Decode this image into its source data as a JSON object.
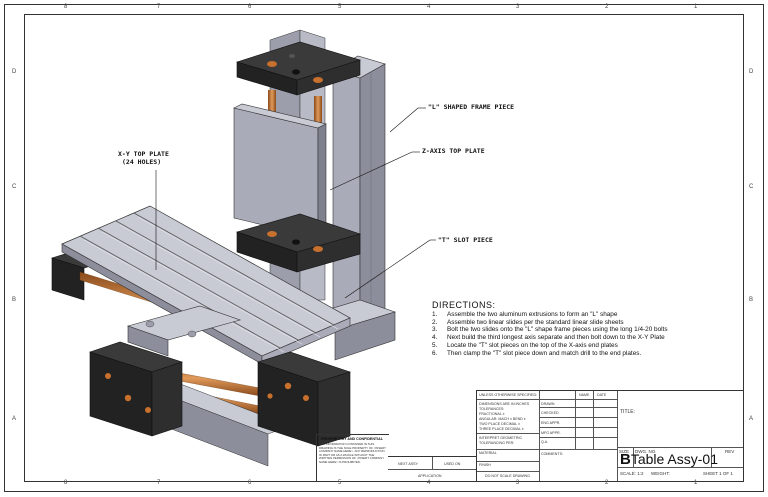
{
  "zones": {
    "columns": [
      "8",
      "7",
      "6",
      "5",
      "4",
      "3",
      "2",
      "1"
    ],
    "rows": [
      "D",
      "C",
      "B",
      "A"
    ]
  },
  "callouts": {
    "l_frame": "\"L\" SHAPED FRAME PIECE",
    "z_axis": "Z-AXIS TOP PLATE",
    "xy_plate_line1": "X-Y TOP PLATE",
    "xy_plate_line2": "(24 HOLES)",
    "t_slot": "\"T\" SLOT PIECE"
  },
  "directions": {
    "heading": "DIRECTIONS:",
    "steps": [
      {
        "num": "1.",
        "text": "Assemble the two aluminum extrusions to form an \"L\" shape"
      },
      {
        "num": "2.",
        "text": "Assemble two linear slides per the standard linear slide sheets"
      },
      {
        "num": "3.",
        "text": "Bolt the two slides onto the \"L\" shape frame pieces using the long 1/4-20 bolts"
      },
      {
        "num": "4.",
        "text": "Next build the third longest axis separate and then bolt down to the X-Y Plate"
      },
      {
        "num": "5.",
        "text": "Locate the \"T\" slot pieces on the top of the X-axis end plates"
      },
      {
        "num": "6.",
        "text": "Then clamp the \"T\" slot piece down and match drill to the end plates."
      }
    ]
  },
  "title_block": {
    "unless": "UNLESS OTHERWISE SPECIFIED:",
    "dims": "DIMENSIONS ARE IN INCHES",
    "tol": "TOLERANCES:",
    "fractional": "FRACTIONAL ±",
    "angular": "ANGULAR: MACH ±    BEND ±",
    "two_place": "TWO PLACE DECIMAL   ±",
    "three_place": "THREE PLACE DECIMAL  ±",
    "interpret": "INTERPRET GEOMETRIC",
    "tolerancing": "TOLERANCING PER:",
    "material": "MATERIAL",
    "finish": "FINISH",
    "do_not_scale": "DO NOT SCALE DRAWING",
    "name": "NAME",
    "date": "DATE",
    "drawn": "DRAWN",
    "checked": "CHECKED",
    "eng_appr": "ENG APPR.",
    "mfg_appr": "MFG APPR.",
    "qa": "Q.A.",
    "comments": "COMMENTS:",
    "title_label": "TITLE:",
    "size_label": "SIZE",
    "dwg_no_label": "DWG. NO.",
    "rev_label": "REV",
    "size_value": "B",
    "dwg_no_value": "Table Assy-01",
    "scale": "SCALE: 1:2",
    "weight": "WEIGHT:",
    "sheet": "SHEET 1 OF 1",
    "next_assy": "NEXT ASSY",
    "used_on": "USED ON",
    "application": "APPLICATION"
  },
  "proprietary": {
    "title": "PROPRIETARY AND CONFIDENTIAL",
    "body": "THE INFORMATION CONTAINED IN THIS DRAWING IS THE SOLE PROPERTY OF <INSERT COMPANY NAME HERE>. ANY REPRODUCTION IN PART OR AS A WHOLE WITHOUT THE WRITTEN PERMISSION OF <INSERT COMPANY NAME HERE> IS PROHIBITED."
  },
  "colors": {
    "aluminum": "#a9abb8",
    "aluminum_light": "#c8cad4",
    "aluminum_dark": "#7e808d",
    "endplate": "#2a2a2a",
    "rod": "#c8702e",
    "hole": "#c8702e"
  }
}
